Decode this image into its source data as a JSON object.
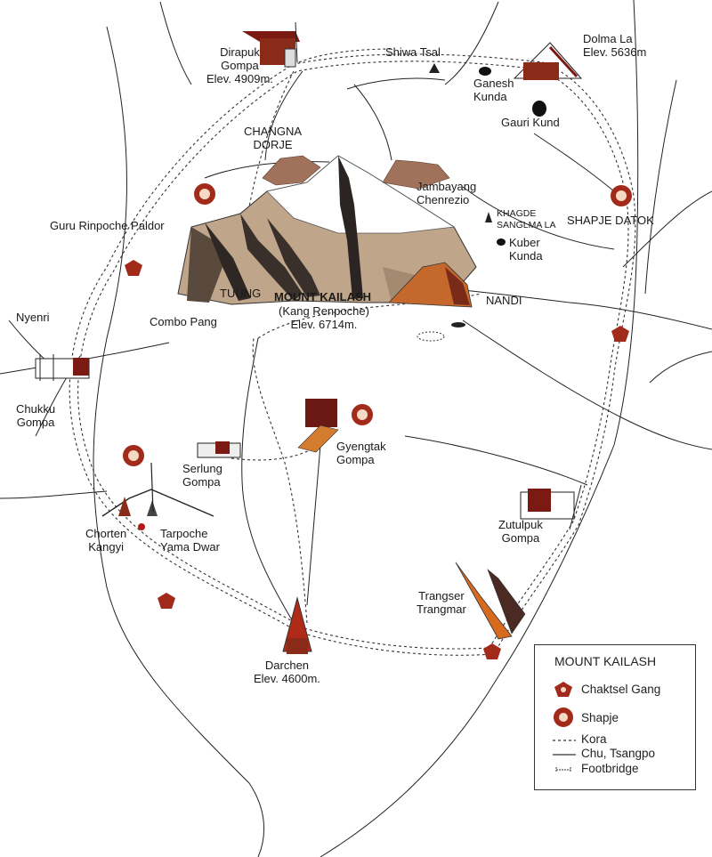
{
  "map": {
    "places": {
      "dirapuk": "Dirapuk\nGompa\nElev. 4909m.",
      "shiwa_tsal": "Shiwa Tsal",
      "dolma_la": "Dolma La\nElev. 5636m",
      "ganesh_kunda": "Ganesh\nKunda",
      "gauri_kund": "Gauri Kund",
      "changna_dorje": "CHANGNA\nDORJE",
      "jambayang": "Jambayang\nChenrezio",
      "khagde": "KHAGDE\nSANGLMA LA",
      "shapje_datok": "SHAPJE DATOK",
      "guru_rinpoche": "Guru Rinpoche Paldor",
      "kuber_kunda": "Kuber\nKunda",
      "tuung": "TUUNG",
      "mount_kailash": "MOUNT KAILASH",
      "kailash_sub": "(Kang Renpoche)\nElev. 6714m.",
      "nandi": "NANDI",
      "combo_pang": "Combo Pang",
      "nyenri": "Nyenri",
      "chukku": "Chukku\nGompa",
      "gyengtak": "Gyengtak\nGompa",
      "serlung": "Serlung\nGompa",
      "chorten_kangyi": "Chorten\nKangyi",
      "tarpoche": "Tarpoche\nYama Dwar",
      "zutulpuk": "Zutulpuk\nGompa",
      "trangser": "Trangser\nTrangmar",
      "darchen": "Darchen\nElev. 4600m."
    },
    "legend": {
      "title": "MOUNT KAILASH",
      "chaktsel": "Chaktsel Gang",
      "shapje": "Shapje",
      "kora": "Kora",
      "chu": "Chu, Tsangpo",
      "footbridge": "Footbridge"
    }
  }
}
